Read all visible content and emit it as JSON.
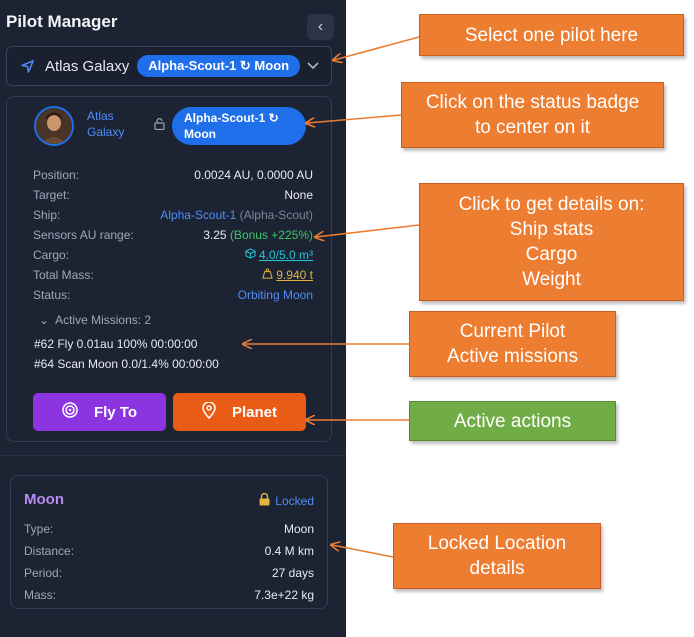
{
  "panel": {
    "title": "Pilot Manager"
  },
  "selector": {
    "pilot_name": "Atlas Galaxy",
    "badge": "Alpha-Scout-1 ↻ Moon"
  },
  "pilot": {
    "name": "Atlas Galaxy",
    "status_badge_line1": "Alpha-Scout-1 ↻",
    "status_badge_line2": "Moon",
    "position_label": "Position:",
    "position": "0.0024 AU, 0.0000 AU",
    "target_label": "Target:",
    "target": "None",
    "ship_label": "Ship:",
    "ship": "Alpha-Scout-1",
    "ship_class": "(Alpha-Scout)",
    "sensors_label": "Sensors AU range:",
    "sensors": "3.25",
    "sensors_bonus": "(Bonus +225%)",
    "cargo_label": "Cargo:",
    "cargo": "4.0/5.0 m³",
    "mass_label": "Total Mass:",
    "mass": "9.940 t",
    "status_label": "Status:",
    "status": "Orbiting Moon"
  },
  "missions": {
    "header": "Active Missions: 2",
    "items": [
      "#62 Fly 0.01au 100% 00:00:00",
      "#64 Scan Moon 0.0/1.4% 00:00:00"
    ]
  },
  "actions": {
    "fly_to": "Fly To",
    "planet": "Planet"
  },
  "location": {
    "name": "Moon",
    "locked": "Locked",
    "type_label": "Type:",
    "type": "Moon",
    "distance_label": "Distance:",
    "distance": "0.4 M km",
    "period_label": "Period:",
    "period": "27 days",
    "mass_label": "Mass:",
    "mass": "7.3e+22 kg"
  },
  "callouts": {
    "select_pilot": "Select one pilot here",
    "status_badge": [
      "Click on the status badge",
      "to center on it"
    ],
    "details": [
      "Click to get details on:",
      "Ship stats",
      "Cargo",
      "Weight"
    ],
    "missions": [
      "Current Pilot",
      "Active missions"
    ],
    "actions": "Active actions",
    "location": [
      "Locked Location",
      "details"
    ]
  },
  "colors": {
    "panel_bg": "#1c2333",
    "accent_blue": "#1f6feb",
    "fly_button": "#8b34e0",
    "planet_button": "#ea5b16",
    "callout_orange": "#ed7d31",
    "callout_green": "#70ad47"
  }
}
